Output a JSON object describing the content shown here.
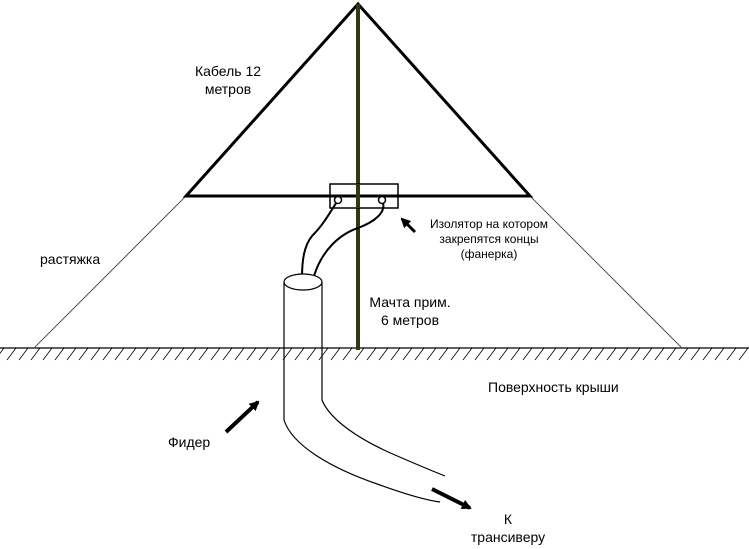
{
  "labels": {
    "cable": [
      "Кабель 12",
      "метров"
    ],
    "guy_wire": "растяжка",
    "insulator": [
      "Изолятор на котором",
      "закрепятся концы",
      "(фанерка)"
    ],
    "mast": [
      "Мачта прим.",
      "6 метров"
    ],
    "roof_surface": "Поверхность крыши",
    "feeder": "Фидер",
    "to_transceiver": [
      "К",
      "трансиверу"
    ]
  },
  "colors": {
    "lines": "#000000",
    "mast": "#2d3a12",
    "guy_wire": "#555555"
  }
}
